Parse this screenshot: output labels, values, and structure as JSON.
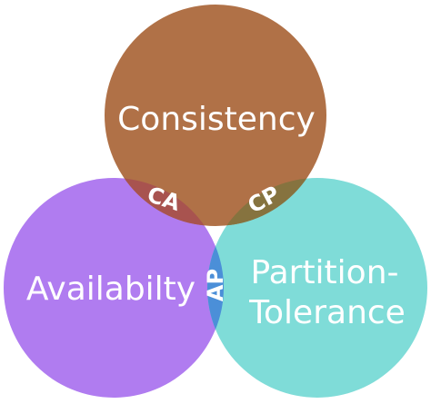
{
  "diagram": {
    "circles": {
      "consistency": {
        "label": "Consistency",
        "color": "#b07147"
      },
      "availability": {
        "label": "Availabilty",
        "color": "#b07cf0"
      },
      "partition": {
        "label_line1": "Partition-",
        "label_line2": "Tolerance",
        "color": "#7fdcd8"
      }
    },
    "overlaps": {
      "ca": {
        "label": "CA",
        "color": "#a8534f"
      },
      "cp": {
        "label": "CP",
        "color": "#86733f"
      },
      "ap": {
        "label": "AP",
        "color": "#4b8fd8"
      }
    }
  }
}
